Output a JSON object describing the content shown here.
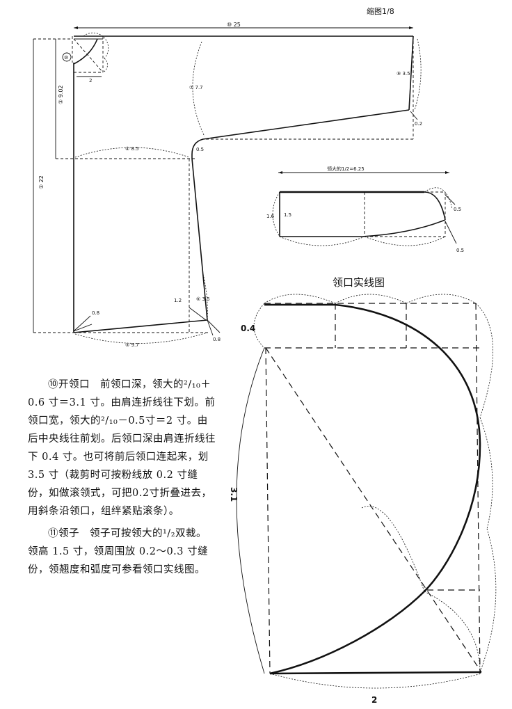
{
  "scale_label": "缩图1/8",
  "garment": {
    "width_label": "⑩ 25",
    "total_length_label": "② 22",
    "shoulder_drop_label": "③ 9.02",
    "neck_mark": "⑩",
    "neck_width_label": "2",
    "sleeve_label": "⑦ 7.7",
    "cuff_label": "⑨ 3.5",
    "cuff_offset": "0.2",
    "underarm_label": "0.5",
    "chest_label": "④ 8.5",
    "hem_label": "⑤ 9.7",
    "side_label": "⑥ 3.5",
    "side_offset": "1.2",
    "hem_left_offset": "0.8",
    "hem_right_offset": "0.8"
  },
  "collar": {
    "length_label": "领大的1/2=6.25",
    "height_outer": "1.6",
    "height_inner": "1.5",
    "tip_top": "0.5",
    "tip_bottom": "0.5"
  },
  "neckline": {
    "title": "领口实线图",
    "back_depth": "0.4",
    "front_depth": "3.1",
    "width": "2"
  },
  "text": {
    "para1": "⑩开领口　前领口深，领大的²/₁₀＋0.6 寸＝3.1 寸。由肩连折线往下划。前领口宽，领大的²/₁₀－0.5寸＝2 寸。由后中央线往前划。后领口深由肩连折线往下 0.4 寸。也可将前后领口连起来，划 3.5 寸（裁剪时可按粉线放 0.2 寸缝份，如做滚领式，可把0.2寸折叠进去，用斜条沿领口，组绊紧贴滚条）。",
    "para2": "⑪领子　领子可按领大的¹/₂双裁。领高 1.5 寸，领周围放 0.2～0.3 寸缝份，领翘度和弧度可参看领口实线图。"
  }
}
